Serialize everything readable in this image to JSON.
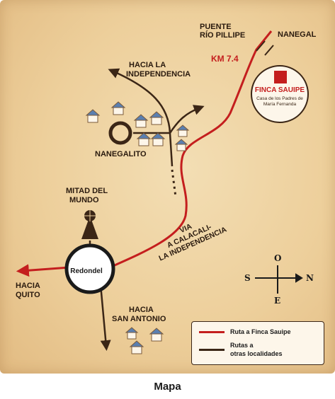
{
  "labels": {
    "puente": "PUENTE",
    "rio_pillipe": "RÍO PILLIPE",
    "nanegal": "NANEGAL",
    "km": "KM 7.4",
    "hacia_la": "HACIA LA",
    "independencia": "INDEPENDENCIA",
    "nanegalito": "NANEGALITO",
    "mitad_del": "MITAD DEL",
    "mundo": "MUNDO",
    "redondel": "Redondel",
    "hacia_quito_1": "HACIA",
    "hacia_quito_2": "QUITO",
    "hacia_san_antonio_1": "HACIA",
    "hacia_san_antonio_2": "SAN ANTONIO",
    "via_1": "VIA",
    "via_2": "A CALACALI-",
    "via_3": "LA INDEPENDENCIA"
  },
  "finca": {
    "name": "FINCA SAUIPE",
    "subtitle": "Casa de los Padres de María Fernanda"
  },
  "compass": {
    "north": "N",
    "south": "S",
    "east": "E",
    "west": "O"
  },
  "legend": {
    "route_finca": "Ruta a Finca Sauipe",
    "route_other_1": "Rutas a",
    "route_other_2": "otras localidades"
  },
  "caption": "Mapa",
  "colors": {
    "route_finca": "#c41e1e",
    "route_other": "#3b2616",
    "background": "#edcf9b"
  }
}
